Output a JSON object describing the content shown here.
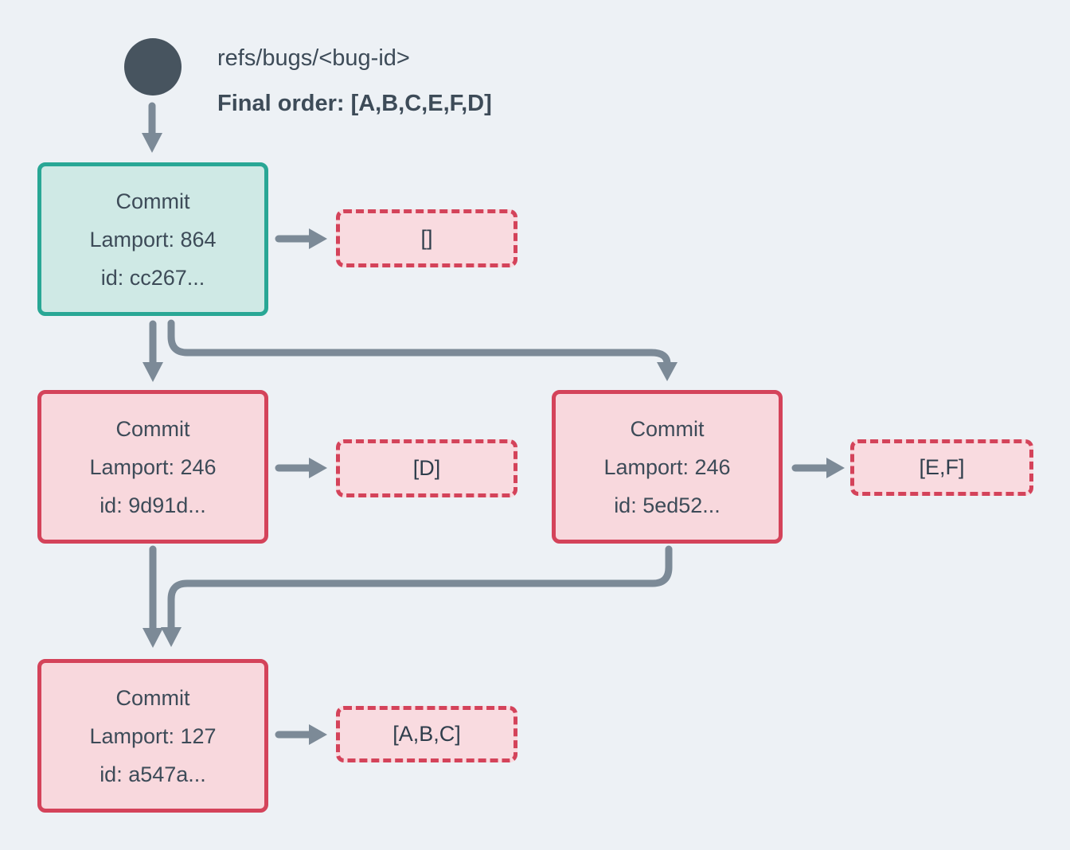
{
  "diagram": {
    "ref_label": "refs/bugs/<bug-id>",
    "final_order_label": "Final order: [A,B,C,E,F,D]",
    "nodes": {
      "root": {
        "title": "Commit",
        "lamport": "Lamport: 864",
        "id": "id: cc267...",
        "ops": "[]"
      },
      "left": {
        "title": "Commit",
        "lamport": "Lamport: 246",
        "id": "id: 9d91d...",
        "ops": "[D]"
      },
      "right": {
        "title": "Commit",
        "lamport": "Lamport: 246",
        "id": "id: 5ed52...",
        "ops": "[E,F]"
      },
      "bottom": {
        "title": "Commit",
        "lamport": "Lamport: 127",
        "id": "id: a547a...",
        "ops": "[A,B,C]"
      }
    },
    "colors": {
      "background": "#edf1f5",
      "text": "#3d4b58",
      "arrow": "#7c8a97",
      "ref_dot": "#47545f",
      "teal_border": "#29a795",
      "teal_fill": "#cfe9e5",
      "red_border": "#d4435a",
      "pink_fill": "#f8d8dd"
    }
  }
}
